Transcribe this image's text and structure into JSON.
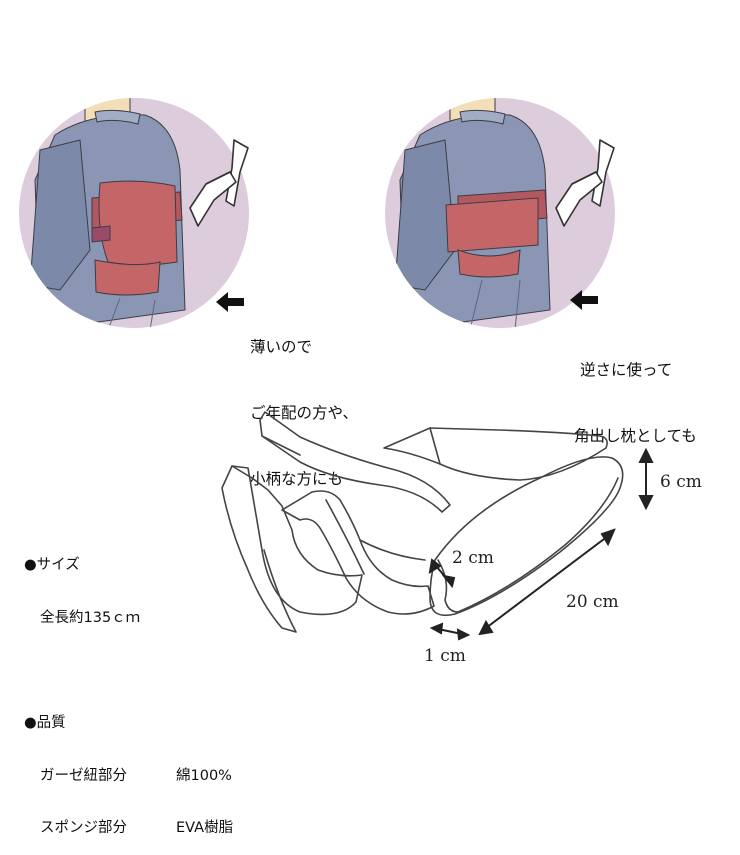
{
  "illustrations": {
    "left": {
      "caption_line1": "薄いので",
      "caption_line2": "ご年配の方や、",
      "caption_line3": "小柄な方にも"
    },
    "right": {
      "caption_line1": "逆さに使って",
      "caption_line2": "角出し枕としても"
    }
  },
  "specs": {
    "size_heading": "●サイズ",
    "size_value": "全長約135ｃｍ",
    "quality_heading": "●品質",
    "gauze_part": "ガーゼ紐部分",
    "gauze_material": "綿100%",
    "sponge_part": "スポンジ部分",
    "sponge_material": "EVA樹脂"
  },
  "dimensions": {
    "height": "6 cm",
    "thickness": "2 cm",
    "length": "20 cm",
    "strap": "1 cm"
  },
  "colors": {
    "circle_bg": "#dcccdc",
    "kimono": "#8a96b4",
    "obi": "#c46668",
    "skin": "#f2dfb8",
    "outline": "#3c3c46"
  }
}
